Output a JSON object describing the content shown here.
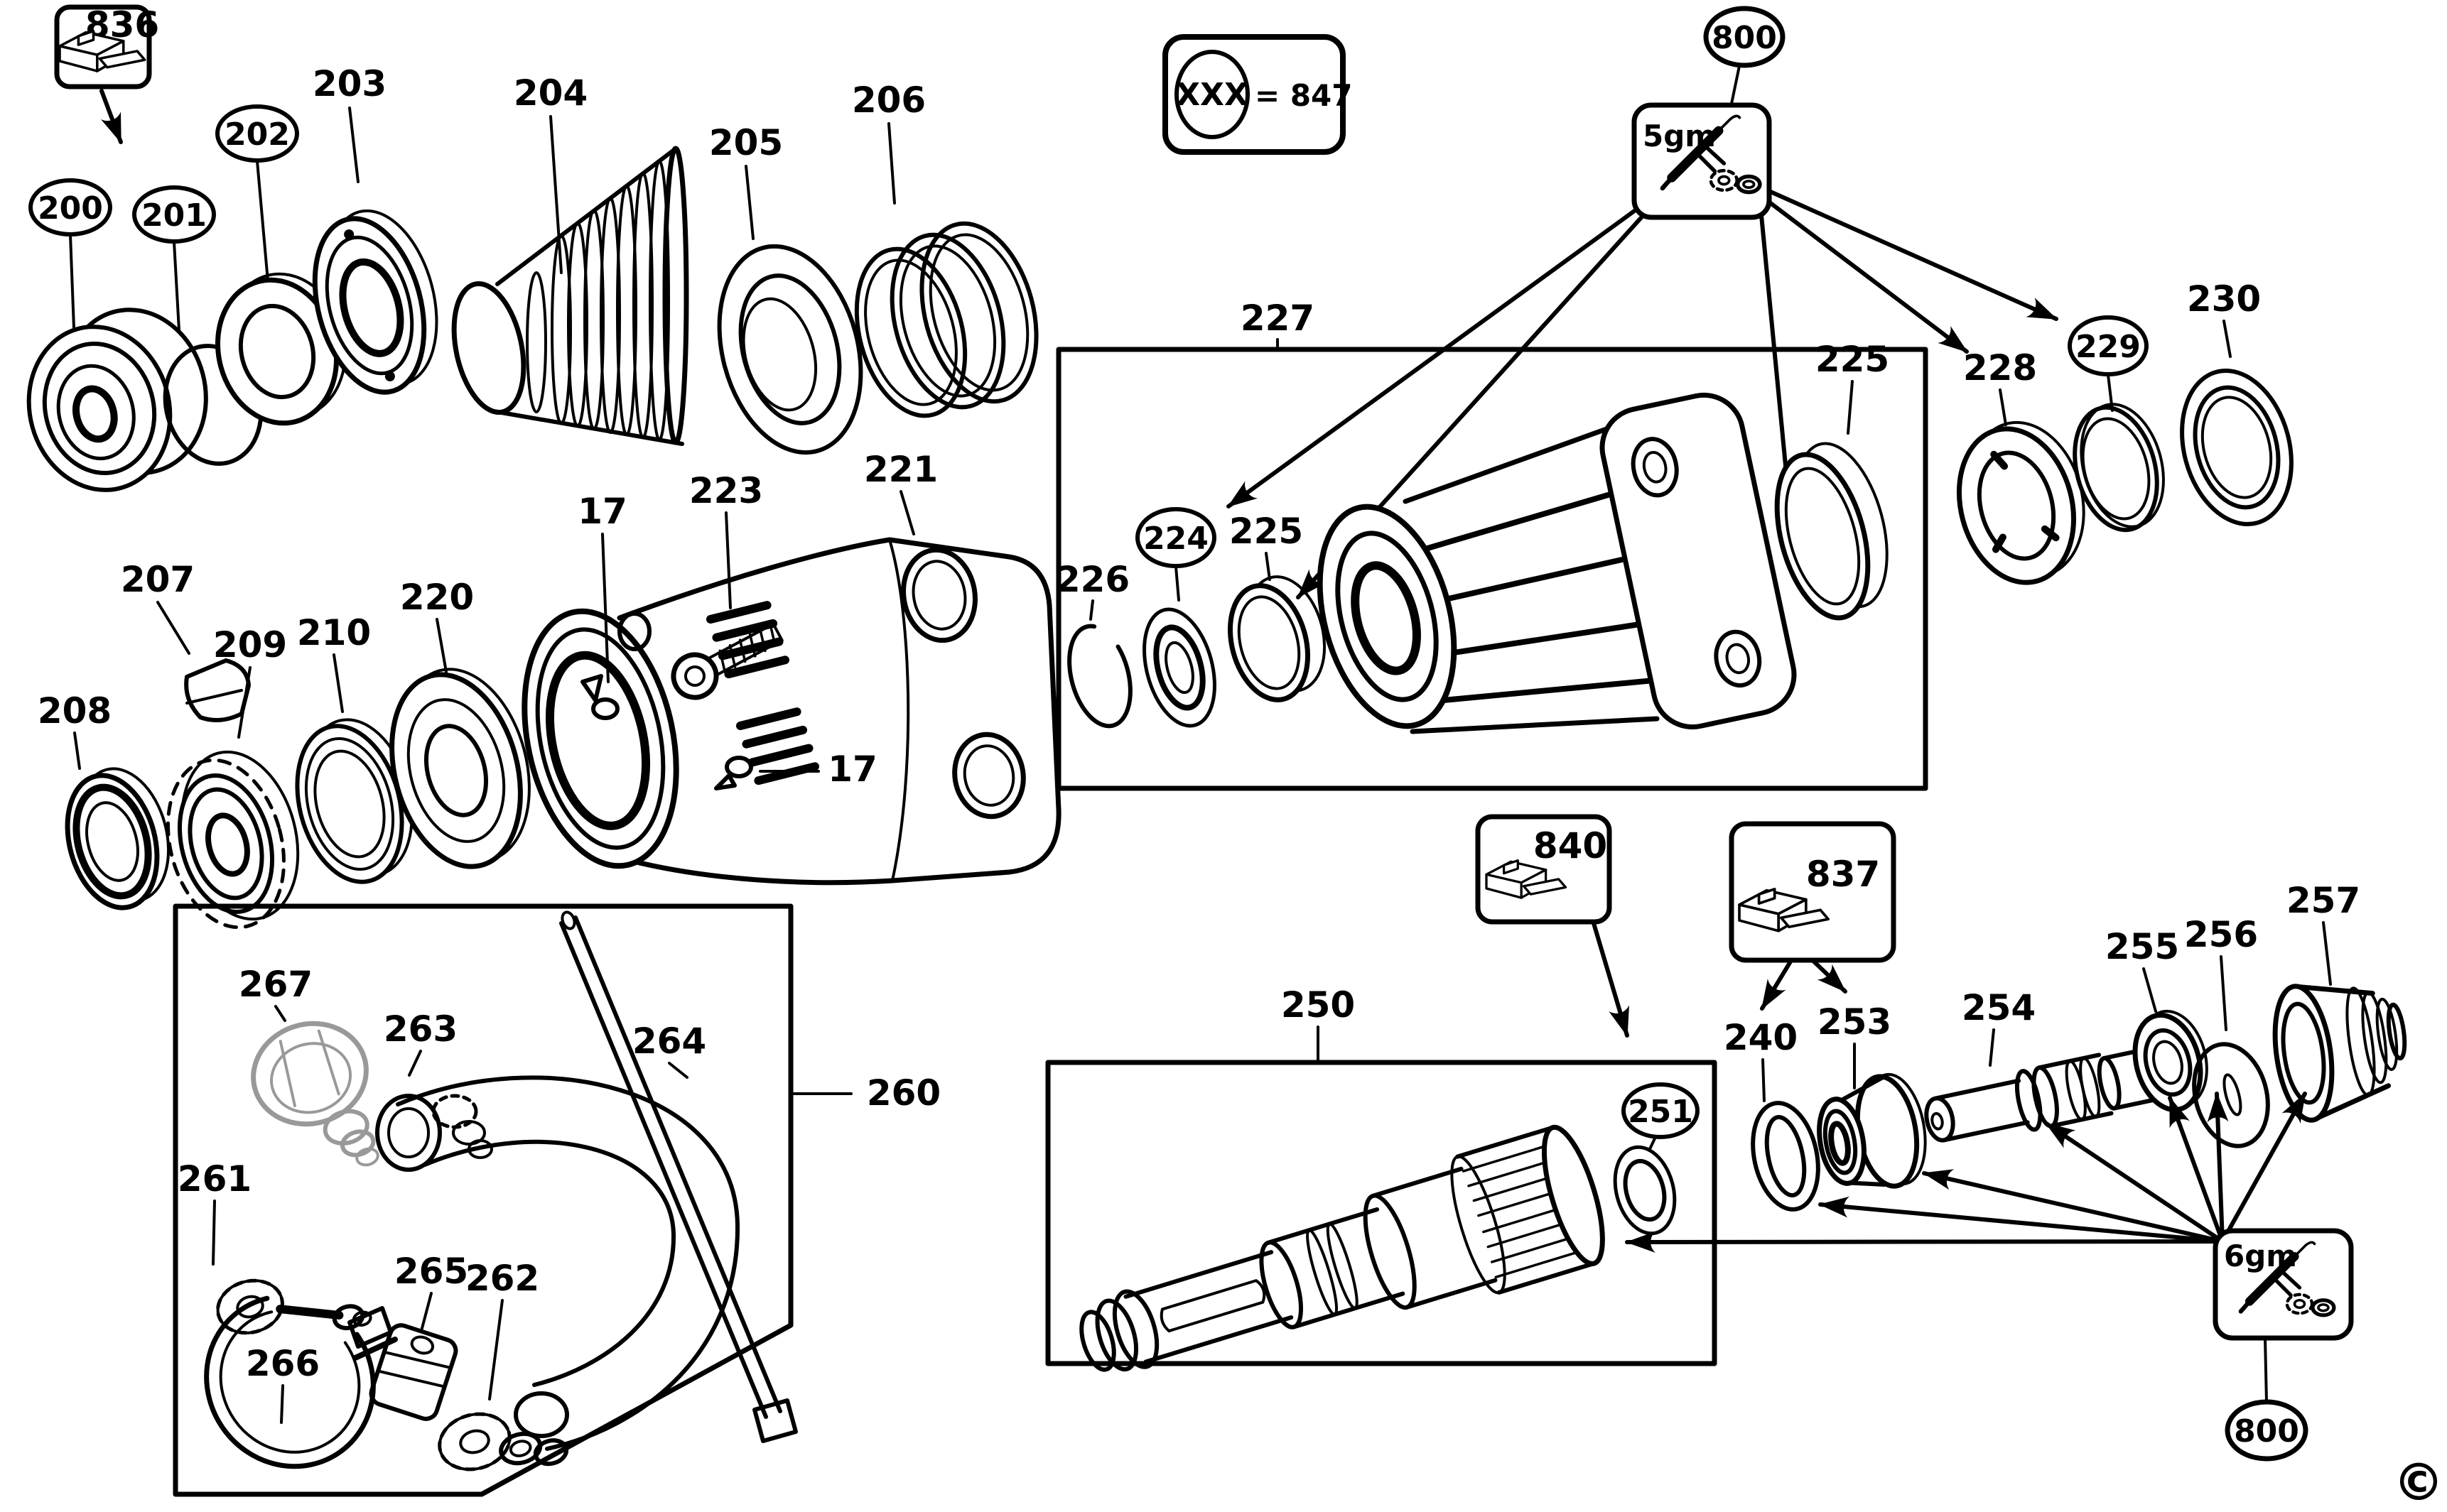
{
  "diagram": {
    "title_hint": "power tool exploded parts diagram",
    "ink_color": "#000000",
    "background_color": "#ffffff",
    "knob_gray_color": "#999999",
    "copyright_symbol": "©",
    "legend": {
      "oval_text": "XXX",
      "equals_text": "= 847"
    },
    "grease_top": {
      "qty": "5gm",
      "badge": "800"
    },
    "grease_bottom": {
      "qty": "6gm",
      "badge": "800"
    },
    "labels": {
      "p836": "836",
      "p200": "200",
      "p201": "201",
      "p202": "202",
      "p203": "203",
      "p204": "204",
      "p205": "205",
      "p206": "206",
      "p207": "207",
      "p208": "208",
      "p209": "209",
      "p210": "210",
      "p220": "220",
      "p221": "221",
      "p223": "223",
      "p17a": "17",
      "p17b": "17",
      "p227": "227",
      "p226": "226",
      "p224": "224",
      "p225a": "225",
      "p225b": "225",
      "p228": "228",
      "p229": "229",
      "p230": "230",
      "p840": "840",
      "p837": "837",
      "p250": "250",
      "p251": "251",
      "p240": "240",
      "p253": "253",
      "p254": "254",
      "p255": "255",
      "p256": "256",
      "p257": "257",
      "p260": "260",
      "p261": "261",
      "p262": "262",
      "p263": "263",
      "p264": "264",
      "p265": "265",
      "p266": "266",
      "p267": "267"
    }
  }
}
